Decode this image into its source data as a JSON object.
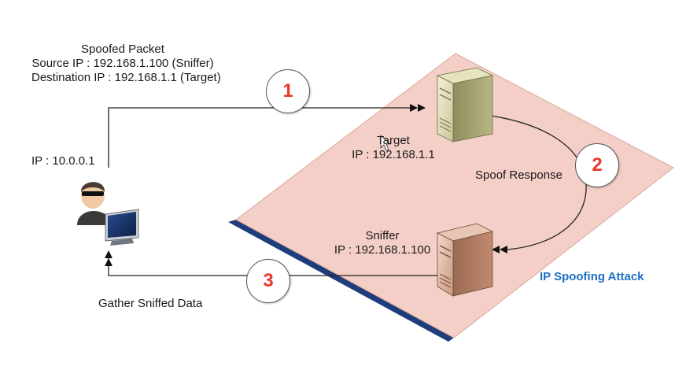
{
  "packet": {
    "title": "Spoofed Packet",
    "source": "Source IP : 192.168.1.100 (Sniffer)",
    "destination": "Destination IP : 192.168.1.1 (Target)"
  },
  "attacker": {
    "ip": "IP : 10.0.0.1",
    "icon": "hacker-with-monitor-icon"
  },
  "target": {
    "name": "Target",
    "ip": "IP : 192.168.1.1",
    "icon": "server-icon"
  },
  "sniffer": {
    "name": "Sniffer",
    "ip": "IP : 192.168.1.100",
    "icon": "server-icon"
  },
  "steps": [
    {
      "number": "1"
    },
    {
      "number": "2",
      "label": "Spoof Response"
    },
    {
      "number": "3",
      "label": "Gather Sniffed Data"
    }
  ],
  "diagram_title": "IP Spoofing Attack",
  "colors": {
    "network_zone": "#f4cfc7",
    "zone_edge": "#1e3d7b",
    "step_number": "#e8392c",
    "title": "#1f6fc4"
  }
}
